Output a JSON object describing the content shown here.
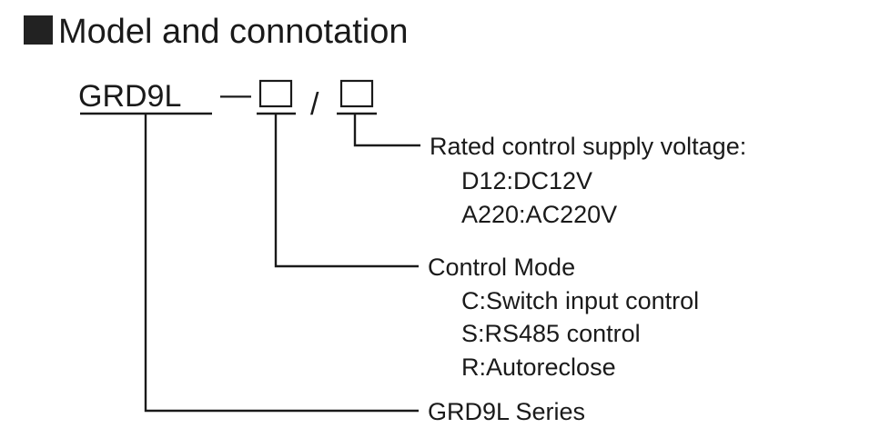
{
  "title": "Model and connotation",
  "model": {
    "prefix": "GRD9L",
    "dash": "—",
    "slash": "/"
  },
  "branches": {
    "voltage": {
      "heading": "Rated control supply voltage:",
      "items": [
        "D12:DC12V",
        "A220:AC220V"
      ]
    },
    "mode": {
      "heading": "Control Mode",
      "items": [
        "C:Switch input control",
        "S:RS485 control",
        "R:Autoreclose"
      ]
    },
    "series": {
      "heading": "GRD9L Series"
    }
  },
  "colors": {
    "ink": "#1a1a1a",
    "marker": "#222222"
  }
}
